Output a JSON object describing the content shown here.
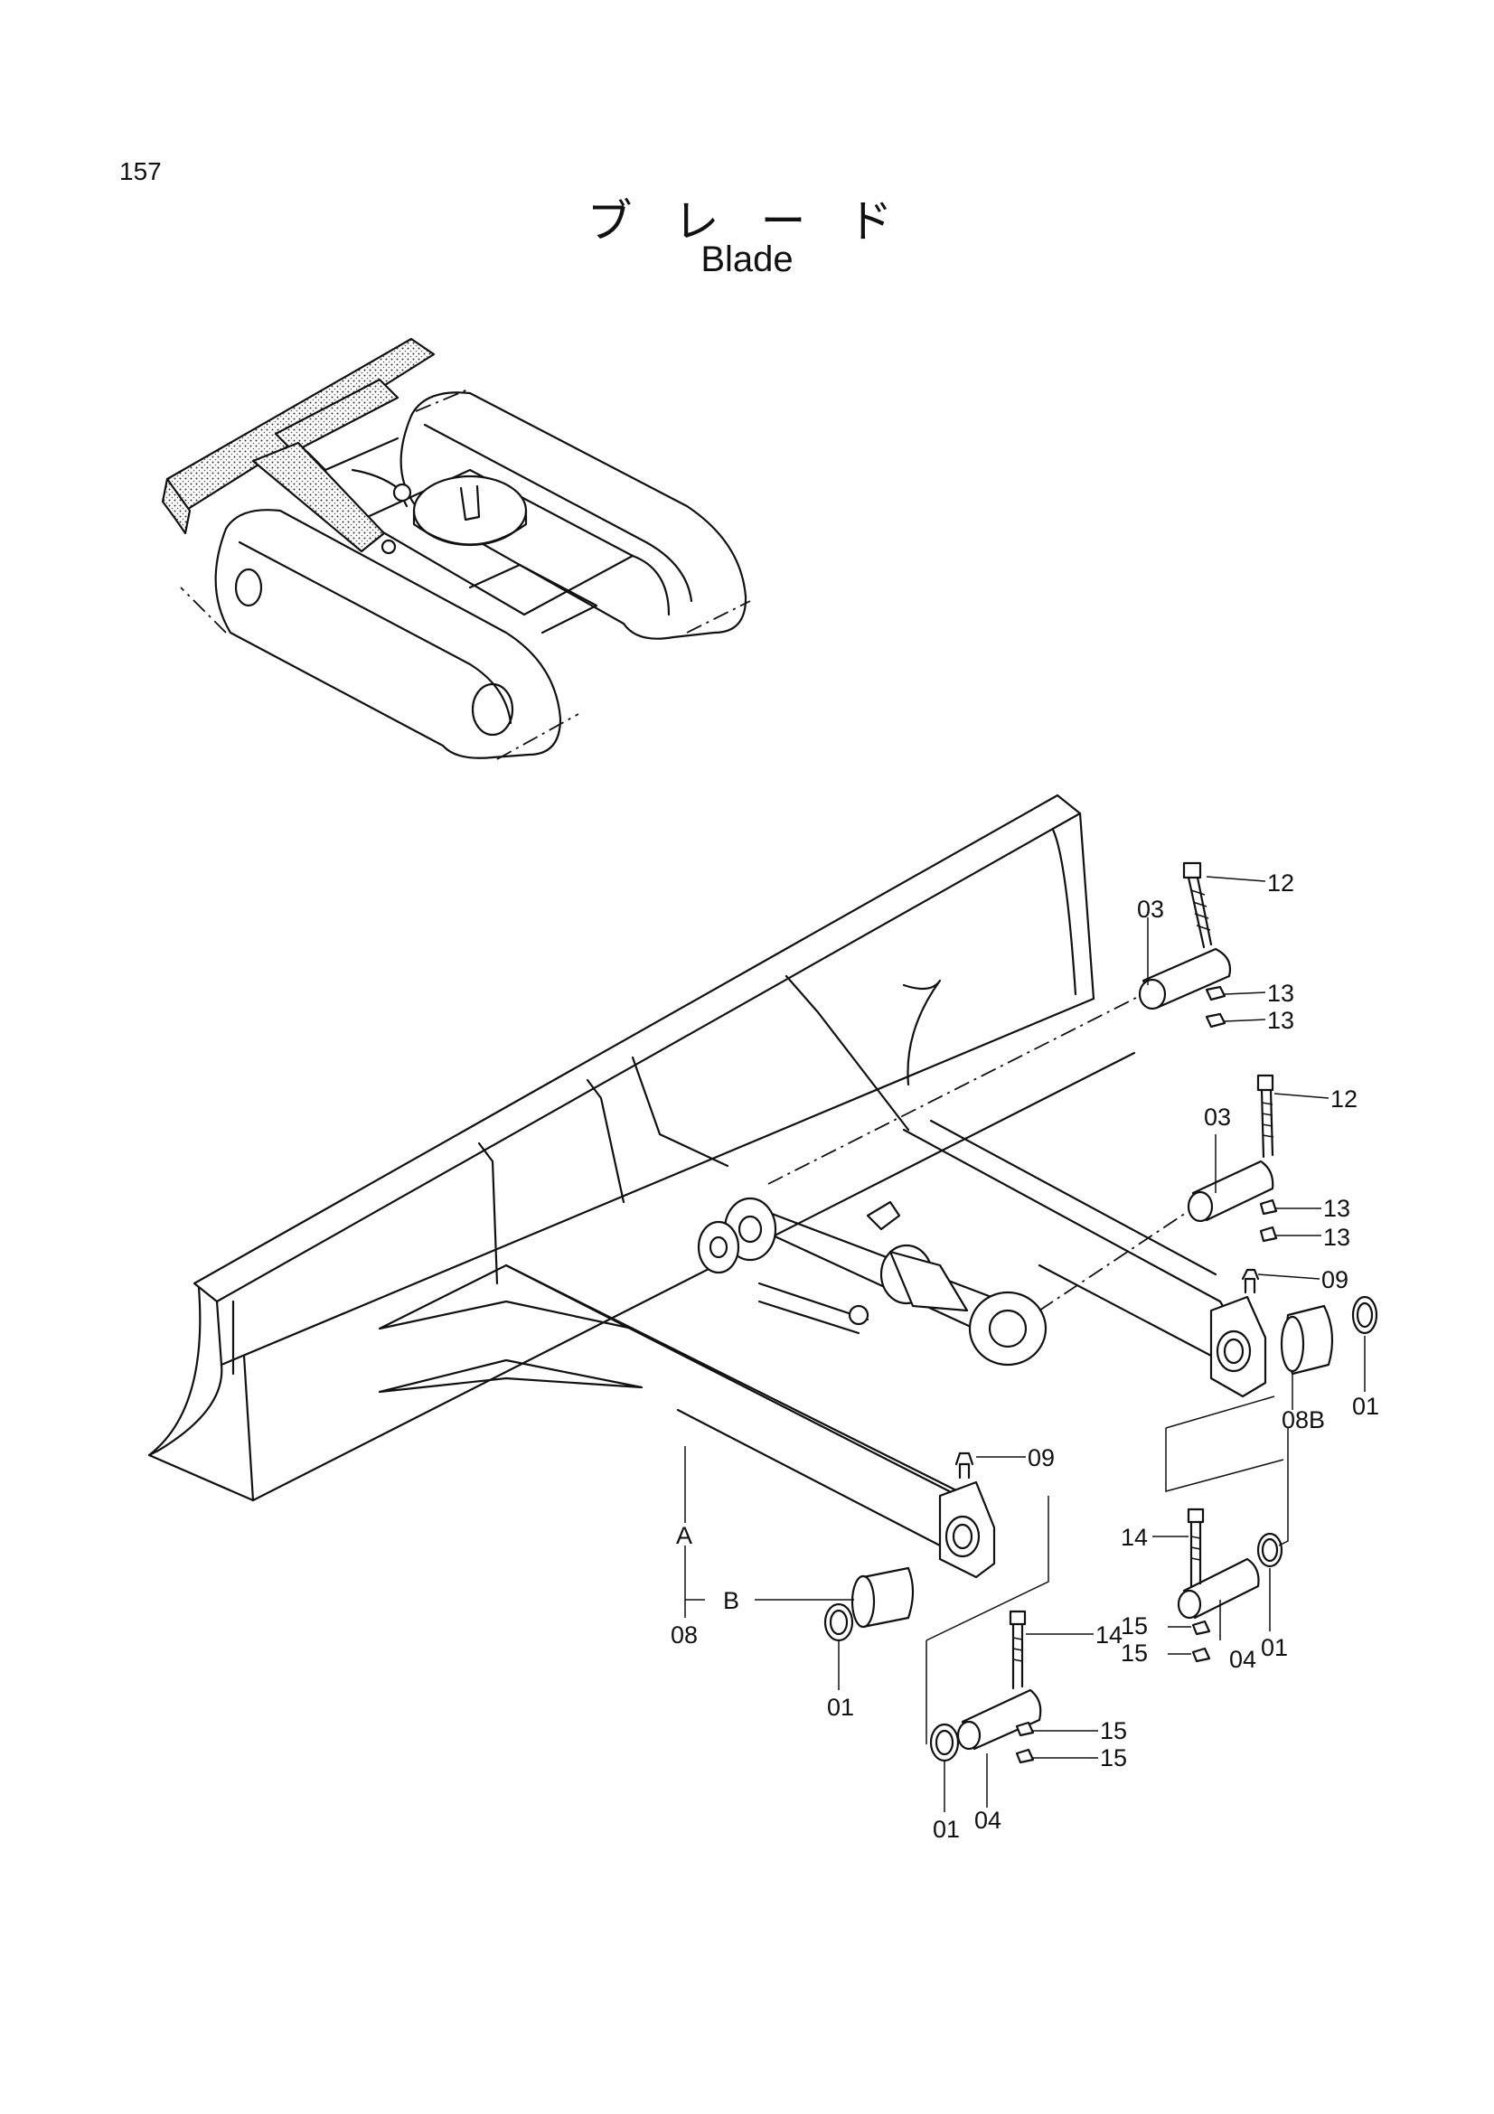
{
  "page_number": "157",
  "title_jp": "ブレード",
  "title_en": "Blade",
  "callouts": {
    "c12a": "12",
    "c13a": "13",
    "c13b": "13",
    "c03a": "03",
    "c12b": "12",
    "c03b": "03",
    "c13c": "13",
    "c13d": "13",
    "c09a": "09",
    "c01a": "01",
    "c08B": "08B",
    "c09b": "09",
    "c14a": "14",
    "c01b": "01",
    "c15a": "15",
    "c15b": "15",
    "c04a": "04",
    "cA": "A",
    "cB": "B",
    "c08": "08",
    "c01c": "01",
    "c14b": "14",
    "c15c": "15",
    "c15d": "15",
    "c01d": "01",
    "c04b": "04"
  }
}
